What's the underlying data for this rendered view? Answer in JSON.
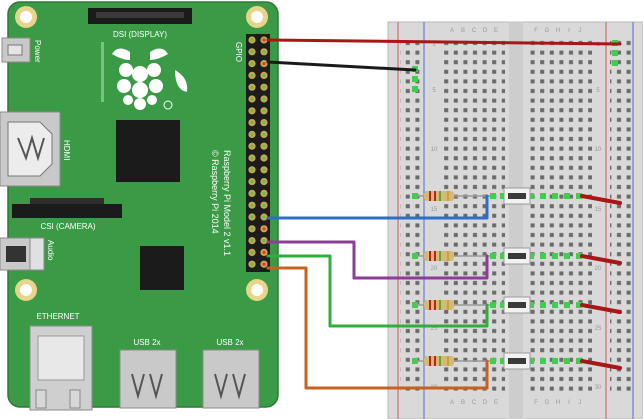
{
  "pi": {
    "power_label": "Power",
    "dsi_label": "DSI (DISPLAY)",
    "gpio_label": "GPIO",
    "hdmi_label": "HDMI",
    "csi_label": "CSI (CAMERA)",
    "audio_label": "Audio",
    "ethernet_label": "ETHERNET",
    "usb1_label": "USB 2x",
    "usb2_label": "USB 2x",
    "model_label": "Raspberry Pi Model 2 v1.1",
    "copyright_label": "© Raspberry Pi 2014"
  },
  "breadboard": {
    "col_labels_left": [
      "A",
      "B",
      "C",
      "D",
      "E"
    ],
    "col_labels_right": [
      "F",
      "G",
      "H",
      "I",
      "J"
    ],
    "row_numbers": [
      "1",
      "5",
      "10",
      "15",
      "20",
      "25",
      "30"
    ]
  },
  "colors": {
    "board_green": "#3b9a45",
    "wire_red": "#a81616",
    "wire_black": "#1a1a1a",
    "wire_blue": "#2e6ec4",
    "wire_purple": "#8e3d96",
    "wire_green": "#2fae3c",
    "wire_orange": "#c8601f"
  }
}
